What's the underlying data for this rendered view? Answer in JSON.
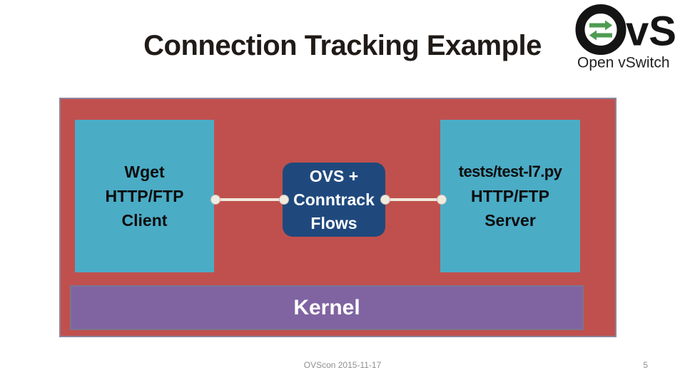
{
  "slide": {
    "title": "Connection Tracking Example",
    "footer": {
      "event": "OVScon 2015-11-17",
      "page_number": "5"
    }
  },
  "logo": {
    "vs_text": "vS",
    "caption": "Open vSwitch"
  },
  "diagram": {
    "client_box": {
      "line1": "Wget",
      "line2": "HTTP/FTP",
      "line3": "Client"
    },
    "ovs_box": {
      "line1": "OVS +",
      "line2": "Conntrack",
      "line3": "Flows"
    },
    "server_box": {
      "line1": "tests/test-l7.py",
      "line2": "HTTP/FTP",
      "line3": "Server"
    },
    "kernel_bar": {
      "label": "Kernel"
    }
  },
  "colors": {
    "container_red": "#C0504D",
    "box_teal": "#4BACC6",
    "box_dark_blue": "#1F497D",
    "kernel_purple": "#8064A2",
    "connector_cream": "#EFE8DB",
    "logo_green": "#4E9B52",
    "title_text": "#201B17",
    "footer_gray": "#8F8F8F"
  }
}
